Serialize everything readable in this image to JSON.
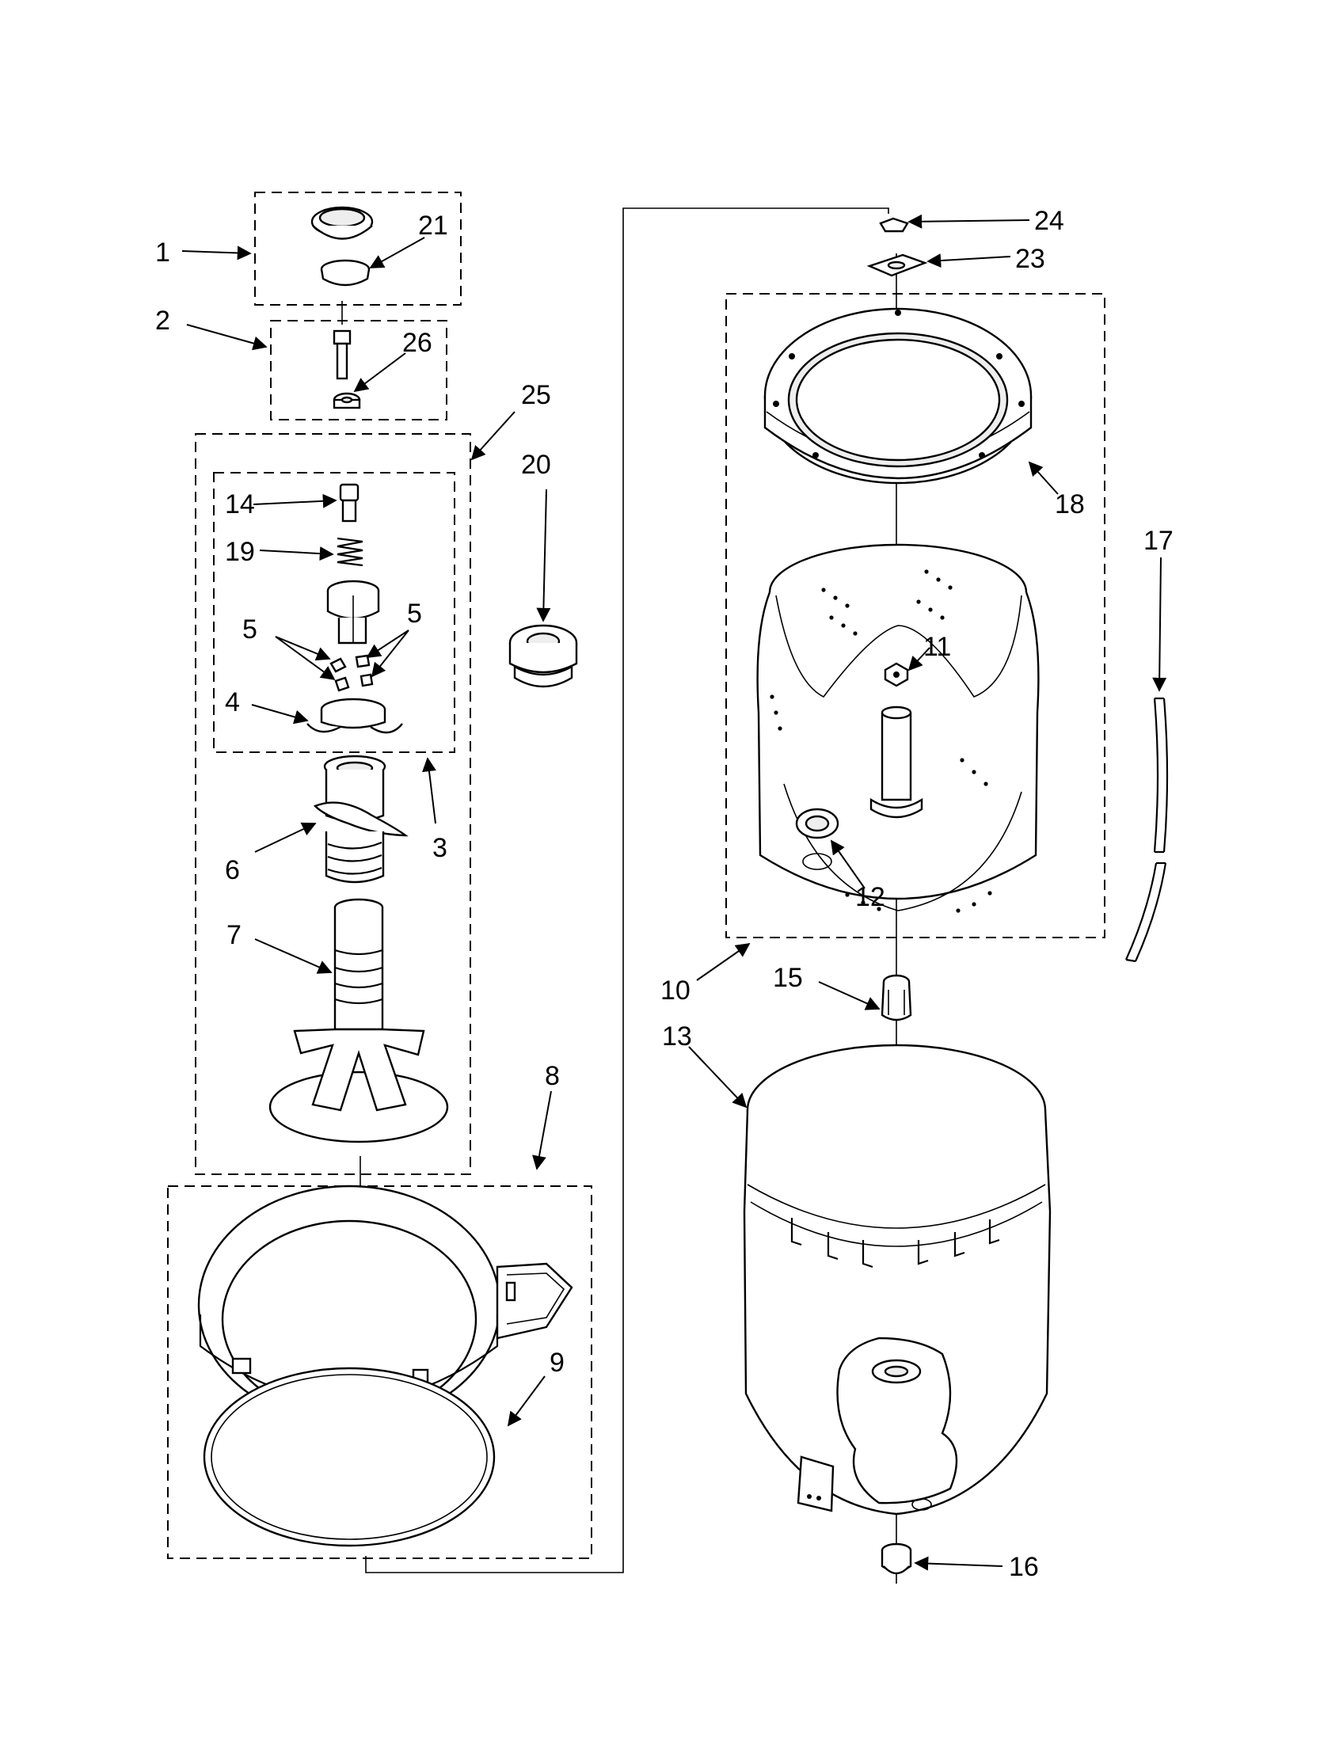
{
  "diagram": {
    "callouts": {
      "c1": "1",
      "c2": "2",
      "c3": "3",
      "c4": "4",
      "c5a": "5",
      "c5b": "5",
      "c6": "6",
      "c7": "7",
      "c8": "8",
      "c9": "9",
      "c10": "10",
      "c11": "11",
      "c12": "12",
      "c13": "13",
      "c14": "14",
      "c15": "15",
      "c16": "16",
      "c17": "17",
      "c18": "18",
      "c19": "19",
      "c20": "20",
      "c21": "21",
      "c23": "23",
      "c24": "24",
      "c25": "25",
      "c26": "26"
    }
  }
}
